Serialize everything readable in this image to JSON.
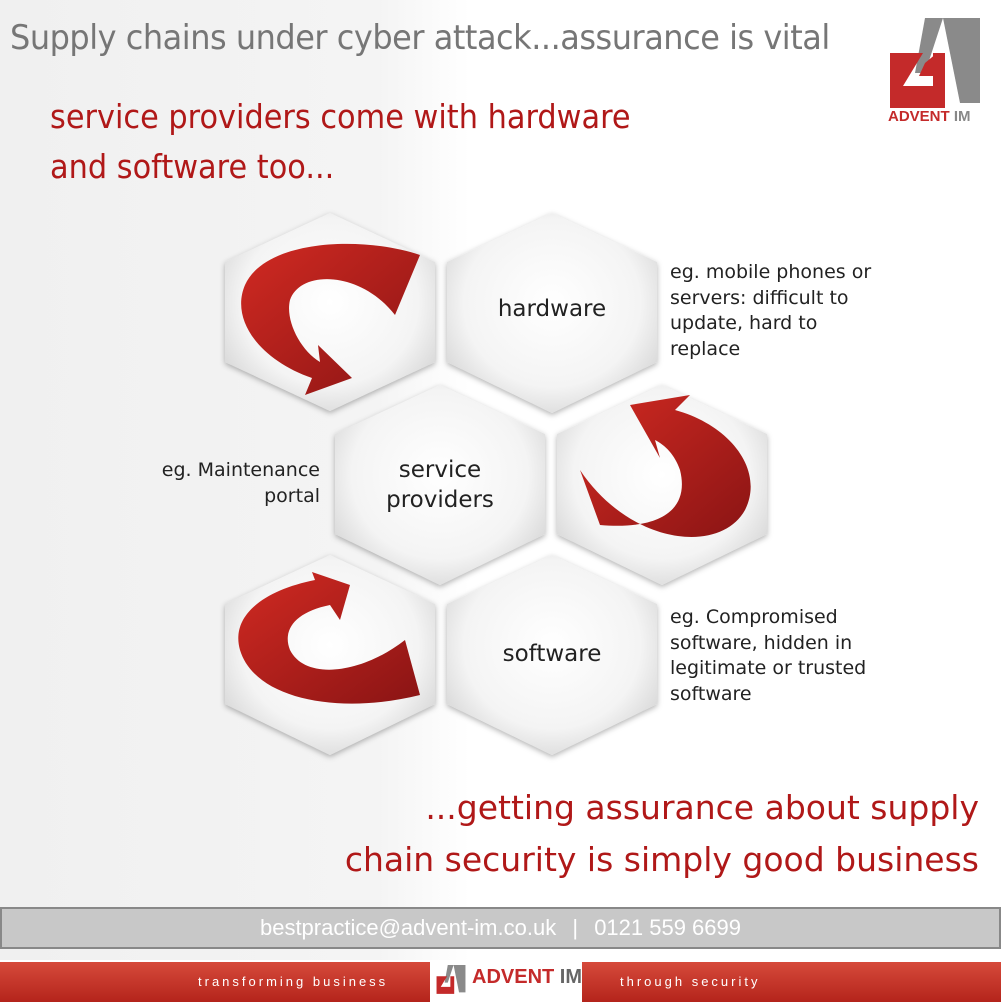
{
  "header": {
    "title": "Supply chains under cyber attack...assurance is vital",
    "subtitle_line1": "service providers come with hardware",
    "subtitle_line2": "and software too..."
  },
  "logo": {
    "name": "ADVENT",
    "suffix": "IM"
  },
  "diagram": {
    "hardware": "hardware",
    "service_line1": "service",
    "service_line2": "providers",
    "software": "software",
    "notes": {
      "hardware": [
        "eg. mobile phones or",
        "servers: difficult to",
        "update, hard to",
        "replace"
      ],
      "service": [
        "eg. Maintenance",
        "portal"
      ],
      "software": [
        "eg. Compromised",
        "software, hidden in",
        "legitimate or trusted",
        "software"
      ]
    }
  },
  "closing": {
    "line1": "...getting assurance about supply",
    "line2": "chain security is simply good business"
  },
  "contact": {
    "email": "bestpractice@advent-im.co.uk",
    "separator": "|",
    "phone": "0121 559 6699"
  },
  "footer": {
    "left": "transforming business",
    "right": "through security",
    "logo_name": "ADVENT",
    "logo_suffix": "IM"
  },
  "colors": {
    "accent": "#b01818",
    "arrow": "#a81c1c"
  }
}
